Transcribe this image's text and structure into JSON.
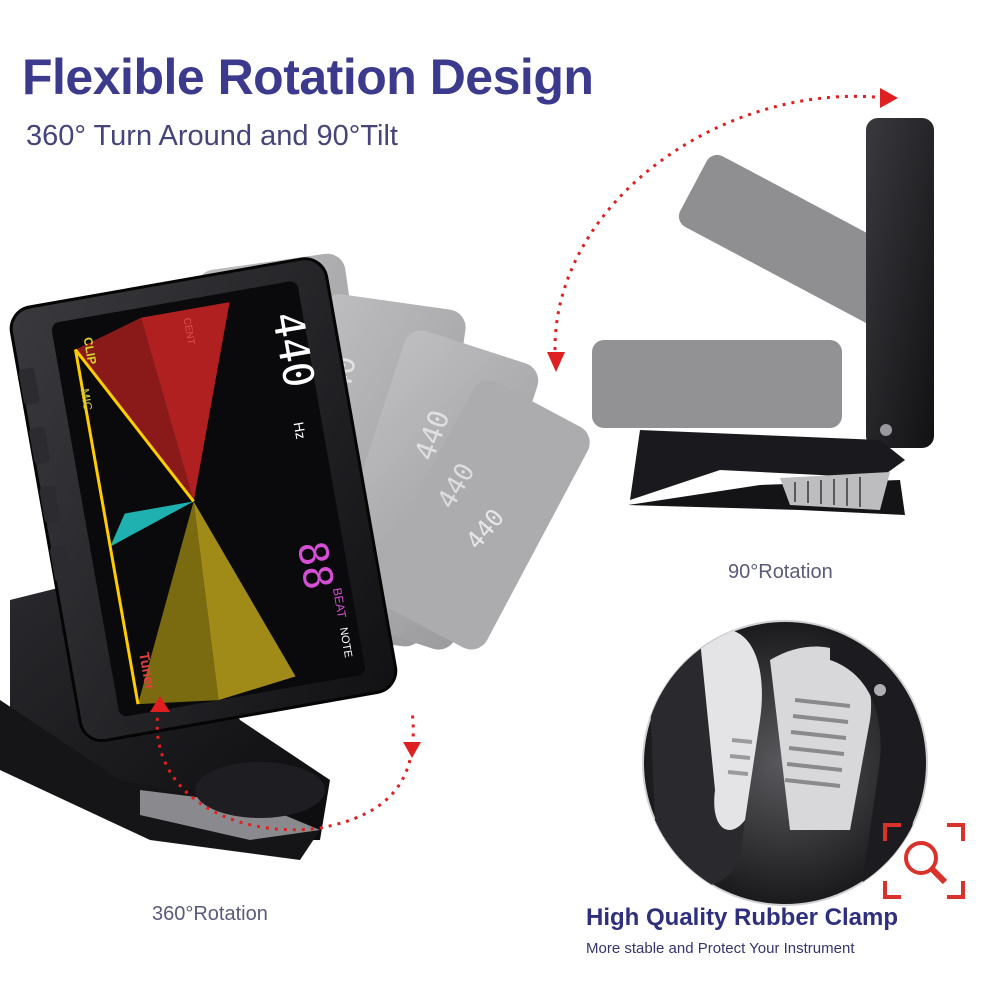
{
  "heading": {
    "title": "Flexible Rotation Design",
    "subtitle": "360° Turn Around and 90°Tilt"
  },
  "captions": {
    "rotation_360": "360°Rotation",
    "rotation_90": "90°Rotation"
  },
  "clamp": {
    "title": "High Quality Rubber Clamp",
    "subtitle": "More stable and Protect Your Instrument"
  },
  "display": {
    "frequency": "440",
    "unit": "Hz",
    "note_value": "88",
    "labels": [
      "CLIP",
      "MIC",
      "BEAT",
      "NOTE",
      "Tuner",
      "CENT"
    ]
  },
  "colors": {
    "title": "#3b3a8c",
    "arrow": "#e02020",
    "zoom_icon": "#d8322a"
  },
  "icons": {
    "zoom": "magnifier-icon"
  }
}
